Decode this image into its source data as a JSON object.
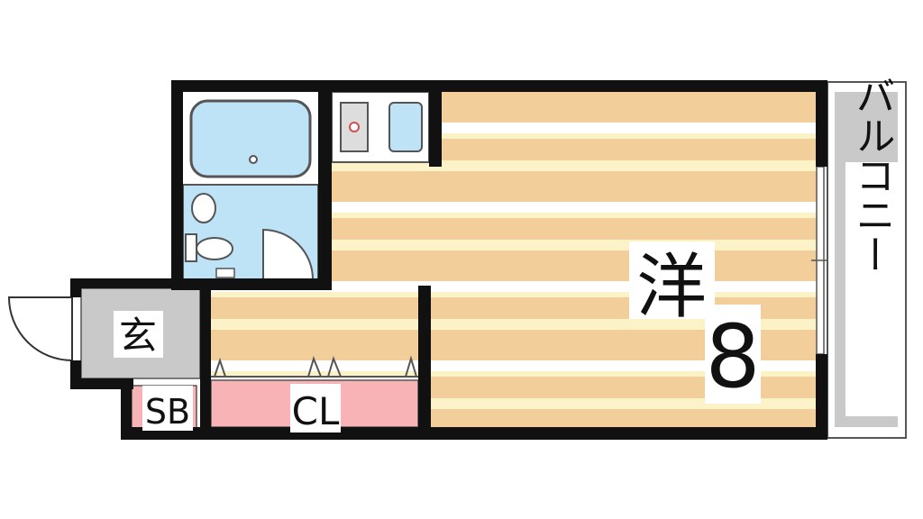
{
  "rooms": {
    "western": {
      "label": "洋",
      "size": "8"
    },
    "entrance": {
      "label": "玄"
    },
    "shoe_box": {
      "label": "SB"
    },
    "closet": {
      "label": "CL"
    },
    "balcony": {
      "label": "バルコニー"
    }
  },
  "colors": {
    "floor_stripe_a": "#f2cf9a",
    "floor_stripe_b": "#fbf2c8",
    "floor_stripe_c": "#ffffff",
    "bath_fill": "#bfe3f6",
    "bath_outline": "#555555",
    "storage_pink": "#f7b3b5",
    "entrance_gray": "#c9c9c9",
    "balcony_gray": "#c9c9c9",
    "wall": "#111111"
  }
}
